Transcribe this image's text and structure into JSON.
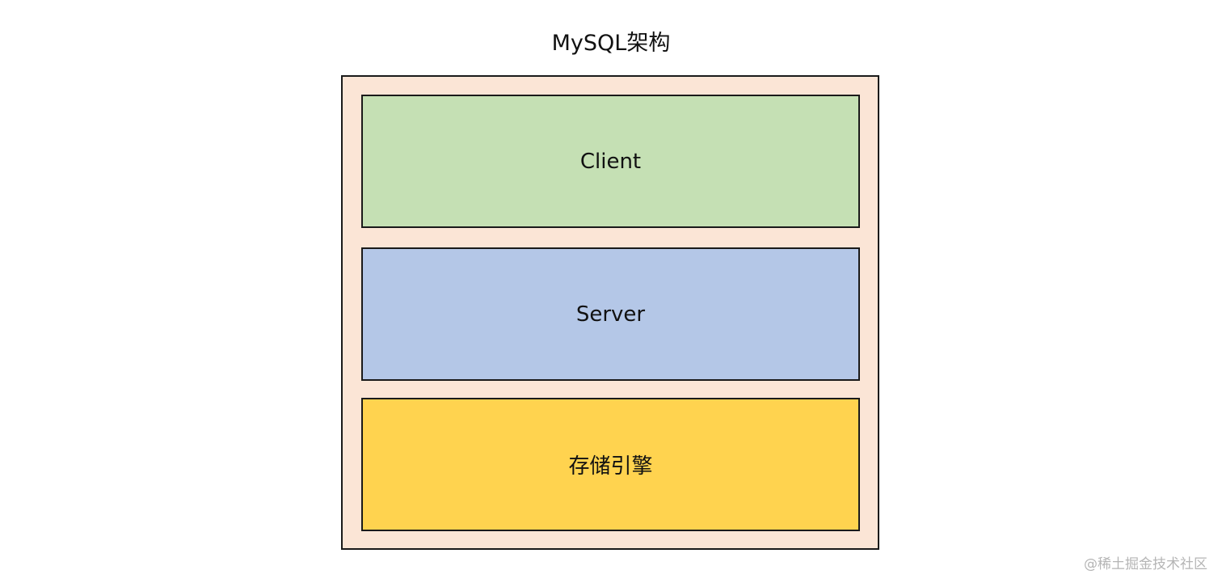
{
  "title": "MySQL架构",
  "layers": [
    {
      "label": "Client",
      "color": "#c5e0b4"
    },
    {
      "label": "Server",
      "color": "#b4c7e7"
    },
    {
      "label": "存储引擎",
      "color": "#ffd34f"
    }
  ],
  "container_color": "#fbe5d6",
  "watermark": "@稀土掘金技术社区"
}
